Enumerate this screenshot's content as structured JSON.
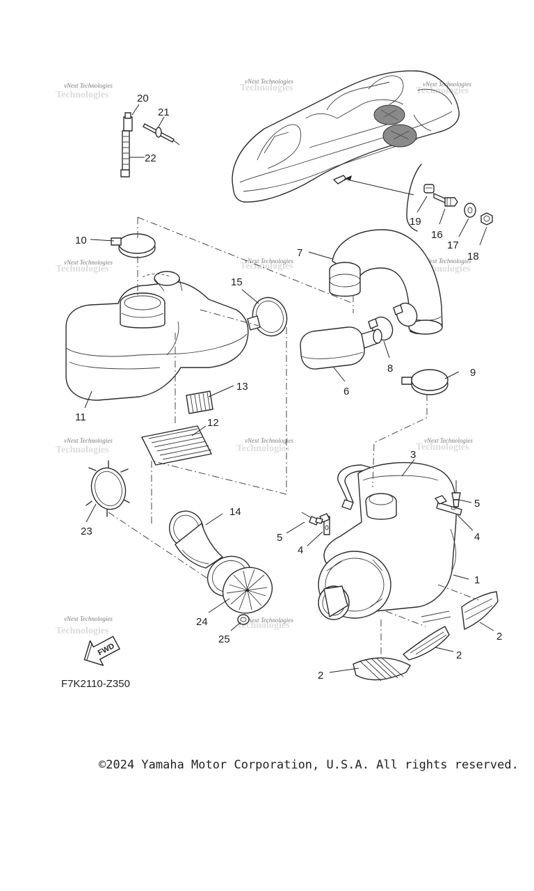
{
  "diagram": {
    "code": "F7K2110-Z350",
    "fwd_label": "FWD",
    "watermark": "vNext Technologies",
    "callouts": [
      "1",
      "2",
      "2",
      "2",
      "3",
      "4",
      "4",
      "5",
      "5",
      "6",
      "7",
      "8",
      "9",
      "10",
      "11",
      "12",
      "13",
      "14",
      "15",
      "16",
      "17",
      "18",
      "19",
      "20",
      "21",
      "22",
      "23",
      "24",
      "25"
    ]
  },
  "footer": {
    "copyright": "©2024 Yamaha Motor Corporation, U.S.A. All rights reserved."
  }
}
